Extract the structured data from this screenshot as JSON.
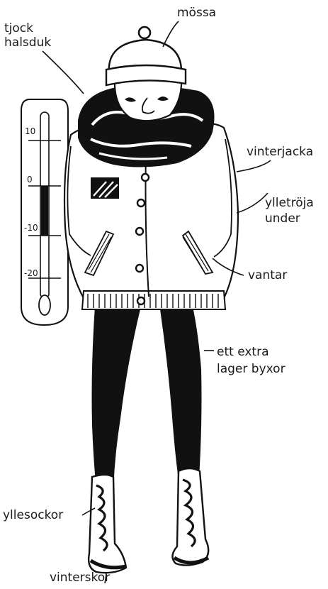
{
  "colors": {
    "ink": "#111111",
    "paper": "#ffffff"
  },
  "thermometer": {
    "ticks": [
      "10",
      "0",
      "-10",
      "-20"
    ],
    "range_low": -10,
    "range_high": 0
  },
  "labels": {
    "halsduk_1": "tjock",
    "halsduk_2": "halsduk",
    "mossa": "mössa",
    "vinterjacka": "vinterjacka",
    "ylletroja_1": "ylletröja",
    "ylletroja_2": "under",
    "vantar": "vantar",
    "byxor_1": "ett extra",
    "byxor_2": "lager byxor",
    "yllesockor": "yllesockor",
    "vinterskor": "vinterskor"
  }
}
